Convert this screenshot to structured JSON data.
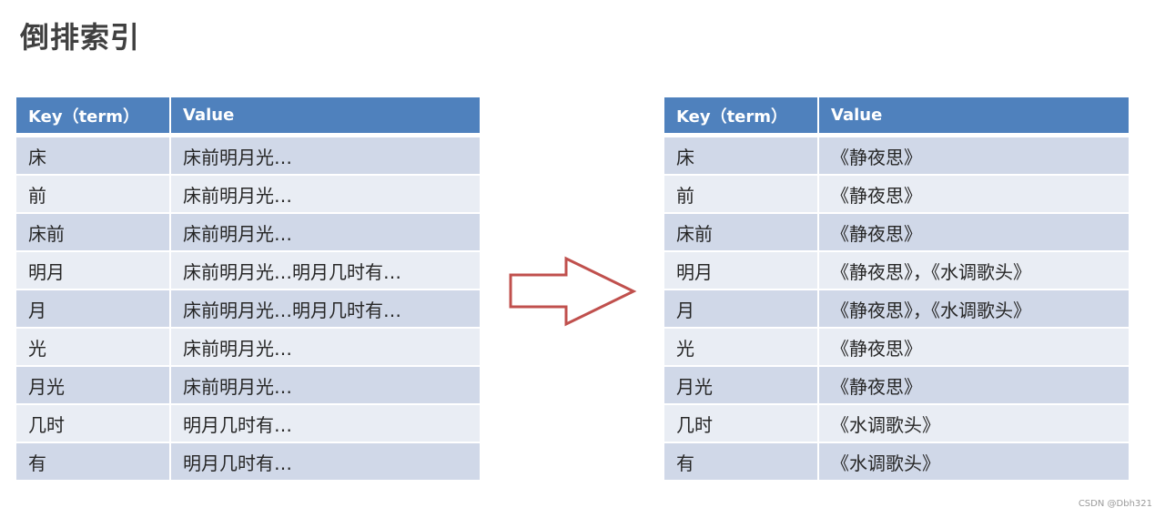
{
  "title": "倒排索引",
  "left_table": {
    "headers": {
      "key": "Key（term）",
      "value": "Value"
    },
    "rows": [
      {
        "key": "床",
        "value": "床前明月光…"
      },
      {
        "key": "前",
        "value": "床前明月光…"
      },
      {
        "key": "床前",
        "value": "床前明月光…"
      },
      {
        "key": "明月",
        "value": "床前明月光…明月几时有…"
      },
      {
        "key": "月",
        "value": "床前明月光…明月几时有…"
      },
      {
        "key": "光",
        "value": "床前明月光…"
      },
      {
        "key": "月光",
        "value": "床前明月光…"
      },
      {
        "key": "几时",
        "value": "明月几时有…"
      },
      {
        "key": "有",
        "value": "明月几时有…"
      }
    ]
  },
  "arrow": {
    "icon": "right-arrow-outline-icon",
    "color": "#c0504d"
  },
  "right_table": {
    "headers": {
      "key": "Key（term）",
      "value": "Value"
    },
    "rows": [
      {
        "key": "床",
        "value": "《静夜思》"
      },
      {
        "key": "前",
        "value": "《静夜思》"
      },
      {
        "key": "床前",
        "value": "《静夜思》"
      },
      {
        "key": "明月",
        "value": "《静夜思》，《水调歌头》"
      },
      {
        "key": "月",
        "value": "《静夜思》，《水调歌头》"
      },
      {
        "key": "光",
        "value": "《静夜思》"
      },
      {
        "key": "月光",
        "value": "《静夜思》"
      },
      {
        "key": "几时",
        "value": "《水调歌头》"
      },
      {
        "key": "有",
        "value": "《水调歌头》"
      }
    ]
  },
  "colors": {
    "header_bg": "#4f81bd",
    "row_odd_bg": "#d0d8e8",
    "row_even_bg": "#e9edf4",
    "arrow": "#c0504d"
  },
  "watermark": "CSDN @Dbh321"
}
